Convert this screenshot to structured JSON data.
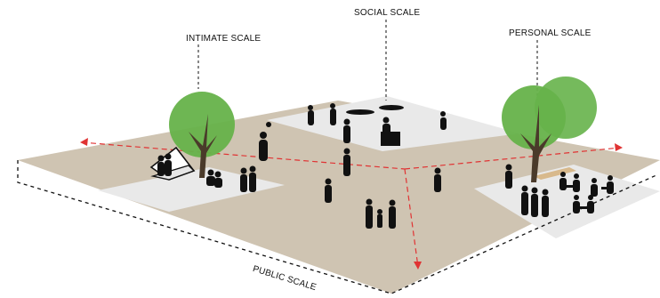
{
  "diagram": {
    "labels": {
      "intimate": "INTIMATE SCALE",
      "social": "SOCIAL SCALE",
      "personal": "PERSONAL SCALE",
      "public": "PUBLIC SCALE"
    },
    "colors": {
      "plaza": "#cfc4b2",
      "zone": "#e9e9e9",
      "tree_canopy": "#66b24a",
      "trunk": "#4a3a2a",
      "people": "#111111",
      "axis": "#e03333",
      "outline": "#111111"
    }
  }
}
